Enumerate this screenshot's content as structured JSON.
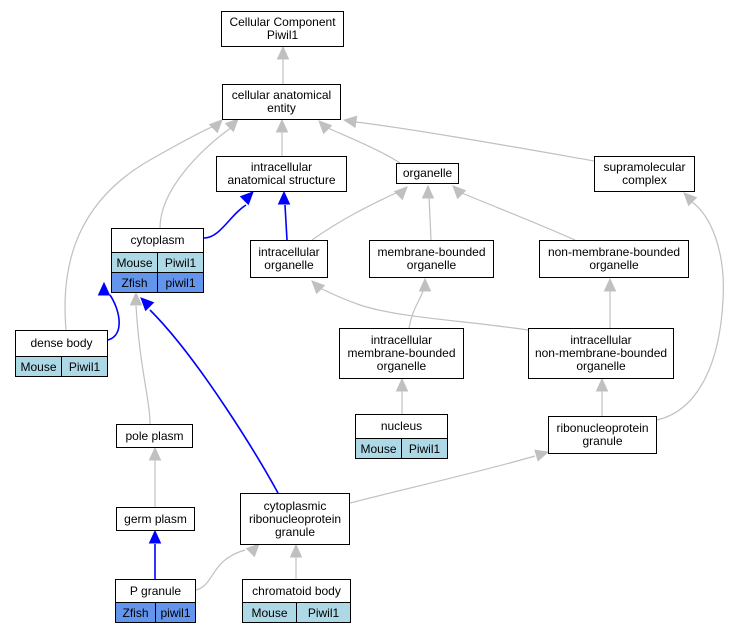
{
  "colors": {
    "gray_edge": "#c0c0c0",
    "blue_edge": "#0000ff",
    "mouse_bg": "#add8e6",
    "zfish_bg": "#6495ed"
  },
  "nodes": {
    "root": {
      "label": "Cellular Component\nPiwil1"
    },
    "cae": {
      "label": "cellular anatomical\nentity"
    },
    "ias": {
      "label": "intracellular\nanatomical structure"
    },
    "organelle": {
      "label": "organelle"
    },
    "supra": {
      "label": "supramolecular\ncomplex"
    },
    "cytoplasm": {
      "label": "cytoplasm",
      "rows": [
        {
          "species": "Mouse",
          "gene": "Piwil1"
        },
        {
          "species": "Zfish",
          "gene": "piwil1"
        }
      ]
    },
    "intraorg": {
      "label": "intracellular\norganelle"
    },
    "mbo": {
      "label": "membrane-bounded\norganelle"
    },
    "nmbo": {
      "label": "non-membrane-bounded\norganelle"
    },
    "dense": {
      "label": "dense body",
      "rows": [
        {
          "species": "Mouse",
          "gene": "Piwil1"
        }
      ]
    },
    "imbo": {
      "label": "intracellular\nmembrane-bounded\norganelle"
    },
    "inmbo": {
      "label": "intracellular\nnon-membrane-bounded\norganelle"
    },
    "nucleus": {
      "label": "nucleus",
      "rows": [
        {
          "species": "Mouse",
          "gene": "Piwil1"
        }
      ]
    },
    "rnpg": {
      "label": "ribonucleoprotein\ngranule"
    },
    "pole": {
      "label": "pole plasm"
    },
    "germ": {
      "label": "germ plasm"
    },
    "crnpg": {
      "label": "cytoplasmic\nribonucleoprotein\ngranule"
    },
    "pgranule": {
      "label": "P granule",
      "rows": [
        {
          "species": "Zfish",
          "gene": "piwil1"
        }
      ]
    },
    "chromatoid": {
      "label": "chromatoid body",
      "rows": [
        {
          "species": "Mouse",
          "gene": "Piwil1"
        }
      ]
    }
  },
  "edges": [
    {
      "from": "cae",
      "to": "root",
      "kind": "is_a"
    },
    {
      "from": "ias",
      "to": "cae",
      "kind": "is_a"
    },
    {
      "from": "organelle",
      "to": "cae",
      "kind": "is_a"
    },
    {
      "from": "supra",
      "to": "cae",
      "kind": "is_a"
    },
    {
      "from": "cytoplasm",
      "to": "cae",
      "kind": "is_a"
    },
    {
      "from": "dense",
      "to": "cae",
      "kind": "is_a"
    },
    {
      "from": "cytoplasm",
      "to": "ias",
      "kind": "part_of"
    },
    {
      "from": "intraorg",
      "to": "ias",
      "kind": "part_of"
    },
    {
      "from": "intraorg",
      "to": "organelle",
      "kind": "is_a"
    },
    {
      "from": "mbo",
      "to": "organelle",
      "kind": "is_a"
    },
    {
      "from": "nmbo",
      "to": "organelle",
      "kind": "is_a"
    },
    {
      "from": "imbo",
      "to": "mbo",
      "kind": "is_a"
    },
    {
      "from": "inmbo",
      "to": "nmbo",
      "kind": "is_a"
    },
    {
      "from": "inmbo",
      "to": "intraorg",
      "kind": "is_a"
    },
    {
      "from": "nucleus",
      "to": "imbo",
      "kind": "is_a"
    },
    {
      "from": "rnpg",
      "to": "inmbo",
      "kind": "is_a"
    },
    {
      "from": "rnpg",
      "to": "supra",
      "kind": "is_a"
    },
    {
      "from": "dense",
      "to": "cytoplasm",
      "kind": "part_of"
    },
    {
      "from": "pole",
      "to": "cytoplasm",
      "kind": "is_a"
    },
    {
      "from": "crnpg",
      "to": "cytoplasm",
      "kind": "part_of"
    },
    {
      "from": "crnpg",
      "to": "rnpg",
      "kind": "is_a"
    },
    {
      "from": "germ",
      "to": "pole",
      "kind": "is_a"
    },
    {
      "from": "pgranule",
      "to": "germ",
      "kind": "part_of"
    },
    {
      "from": "pgranule",
      "to": "crnpg",
      "kind": "is_a"
    },
    {
      "from": "chromatoid",
      "to": "crnpg",
      "kind": "is_a"
    }
  ]
}
